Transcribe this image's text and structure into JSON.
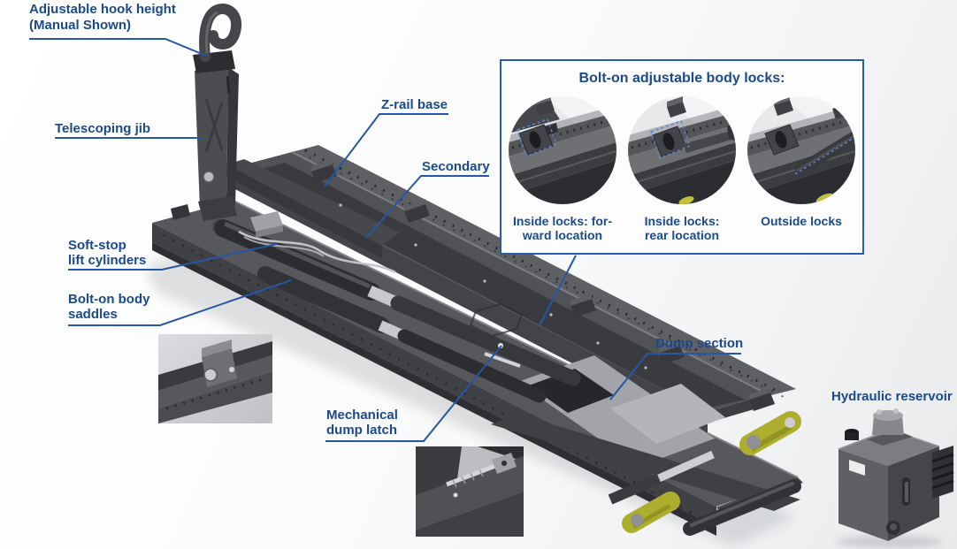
{
  "colors": {
    "label_text": "#1b4a8c",
    "leader_line": "#2557a5",
    "inset_border": "#2b5ba8",
    "machine_grey": "#515256",
    "roller_yellow": "#aeae2e"
  },
  "labels": {
    "adjustable_hook_height": {
      "line1": "Adjustable hook height",
      "line2": "(Manual Shown)"
    },
    "telescoping_jib": {
      "text": "Telescoping jib"
    },
    "z_rail_base": {
      "text": "Z-rail base"
    },
    "secondary": {
      "text": "Secondary"
    },
    "soft_stop_lift_cylinders": {
      "line1": "Soft-stop",
      "line2": "lift cylinders"
    },
    "bolt_on_body_saddles": {
      "line1": "Bolt-on body",
      "line2": "saddles"
    },
    "mechanical_dump_latch": {
      "line1": "Mechanical",
      "line2": "dump latch"
    },
    "dump_section": {
      "text": "Dump section"
    },
    "hydraulic_reservoir": {
      "text": "Hydraulic reservoir"
    }
  },
  "inset": {
    "title": "Bolt-on adjustable body locks:",
    "items": [
      {
        "caption_line1": "Inside locks: for-",
        "caption_line2": "ward location"
      },
      {
        "caption_line1": "Inside locks:",
        "caption_line2": "rear location"
      },
      {
        "caption_line1": "Outside locks",
        "caption_line2": ""
      }
    ]
  }
}
